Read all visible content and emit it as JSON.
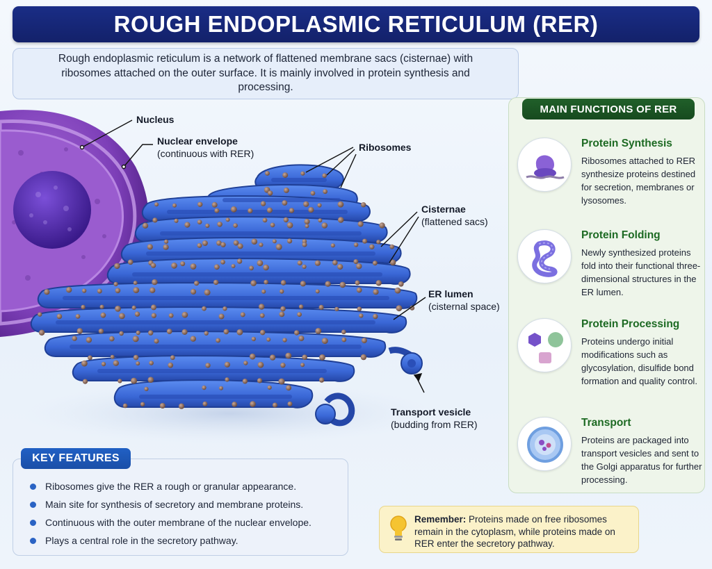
{
  "title": "ROUGH ENDOPLASMIC RETICULUM (RER)",
  "intro": "Rough endoplasmic reticulum is a network of flattened membrane sacs (cisternae) with ribosomes attached on the outer surface. It is mainly involved in protein synthesis and processing.",
  "labels": {
    "nucleus": "Nucleus",
    "nuclear_envelope": "Nuclear envelope",
    "nuclear_envelope_note": "(continuous with RER)",
    "ribosomes": "Ribosomes",
    "cisternae": "Cisternae",
    "cisternae_note": "(flattened sacs)",
    "er_lumen": "ER lumen",
    "er_lumen_note": "(cisternal space)",
    "transport_vesicle": "Transport vesicle",
    "transport_vesicle_note": "(budding from RER)"
  },
  "functions": {
    "header": "MAIN FUNCTIONS OF RER",
    "items": [
      {
        "title": "Protein Synthesis",
        "desc": "Ribosomes attached to RER synthesize proteins destined for secretion, membranes or lysosomes.",
        "icon": "ribosome-icon"
      },
      {
        "title": "Protein Folding",
        "desc": "Newly synthesized proteins fold into their functional three-dimensional structures in the ER lumen.",
        "icon": "folded-protein-icon"
      },
      {
        "title": "Protein Processing",
        "desc": "Proteins undergo initial modifications such as glycosylation, disulfide bond formation and quality control.",
        "icon": "modification-shapes-icon"
      },
      {
        "title": "Transport",
        "desc": "Proteins are packaged into transport vesicles and sent to the Golgi apparatus for further processing.",
        "icon": "vesicle-icon"
      }
    ]
  },
  "features": {
    "header": "KEY FEATURES",
    "items": [
      "Ribosomes give the RER a rough or granular appearance.",
      "Main site for synthesis of secretory and membrane proteins.",
      "Continuous with the outer membrane of the nuclear envelope.",
      "Plays a central role in the secretory pathway."
    ]
  },
  "remember": {
    "label": "Remember:",
    "text": "Proteins made on free ribosomes remain in the cytoplasm, while proteins made on RER enter the secretory pathway.",
    "icon": "lightbulb-icon"
  },
  "colors": {
    "title_bg": "#13216a",
    "nucleus_purple": "#8a4fc4",
    "rer_blue": "#3a6fe0",
    "ribosome_brown": "#8a6a5a",
    "function_green": "#1d6a23",
    "feature_blue": "#2160c4",
    "remember_yellow": "#fbf2c9"
  }
}
